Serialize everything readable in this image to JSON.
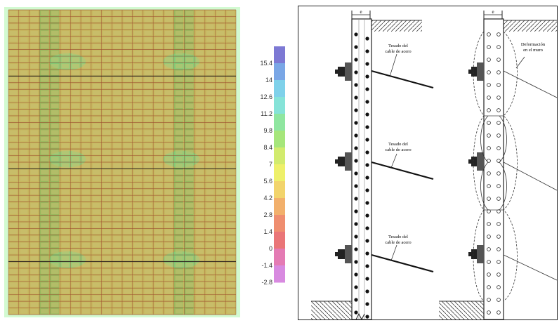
{
  "contour_legend": {
    "ticks": [
      "15.4",
      "14",
      "12.6",
      "11.2",
      "9.8",
      "8.4",
      "7",
      "5.6",
      "4.2",
      "2.8",
      "1.4",
      "0",
      "-1.4",
      "-2.8"
    ],
    "colors": [
      "#7d79d4",
      "#7aa7e6",
      "#7fd1ea",
      "#86e3d8",
      "#8fe6a0",
      "#a6e67b",
      "#d2eb6e",
      "#eef06a",
      "#f2d46c",
      "#f2b06c",
      "#ef8e70",
      "#ea7678",
      "#e47bb4",
      "#d88ae0"
    ]
  },
  "mesh_colors": {
    "base": "#c7b75f",
    "cell_light": "#c9c371",
    "cell_line": "#9b4a2f",
    "green_band": "#5fb85a",
    "hot_spot": "#6fdc8c",
    "border_glow": "#7ef07a"
  },
  "section_view": {
    "left_labels": [
      {
        "line1": "Tesado del",
        "line2": "cable de acero"
      },
      {
        "line1": "Tesado del",
        "line2": "cable de acero"
      },
      {
        "line1": "Tesado del",
        "line2": "cable de acero"
      }
    ],
    "deformation_label": {
      "line1": "Deformación",
      "line2": "en el muro"
    },
    "dimension_label": "e"
  }
}
